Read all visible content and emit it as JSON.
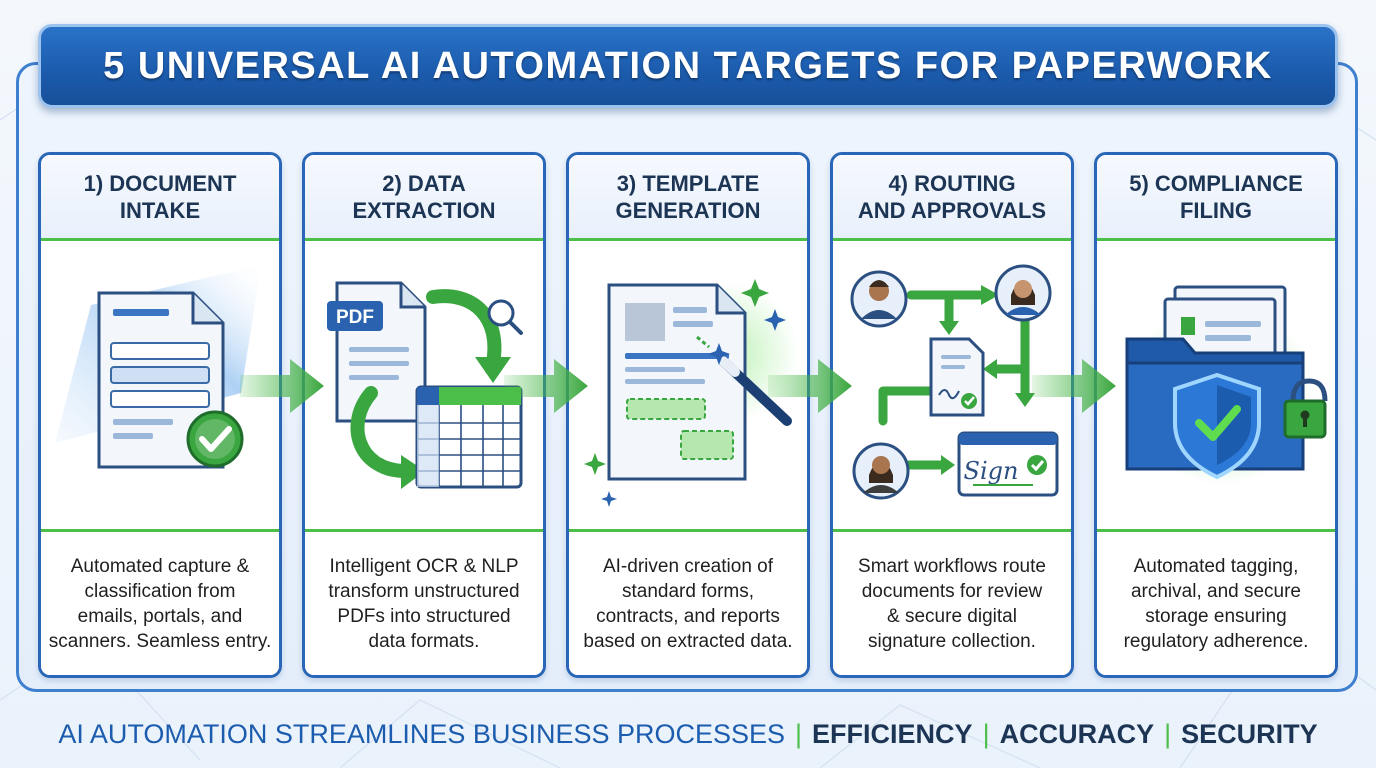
{
  "title": "5 UNIVERSAL AI AUTOMATION TARGETS FOR PAPERWORK",
  "colors": {
    "primary_blue": "#1c5cae",
    "accent_green": "#4cbf4a",
    "dark_text": "#1d3554"
  },
  "cards": [
    {
      "title": "1) DOCUMENT\nINTAKE",
      "icon": "document-check-icon",
      "description": "Automated capture &\nclassification from\nemails, portals, and\nscanners. Seamless entry."
    },
    {
      "title": "2) DATA\nEXTRACTION",
      "icon": "pdf-to-table-icon",
      "pdf_label": "PDF",
      "description": "Intelligent OCR & NLP\ntransform unstructured\nPDFs into structured\ndata formats."
    },
    {
      "title": "3) TEMPLATE\nGENERATION",
      "icon": "template-wand-icon",
      "description": "AI-driven creation of\nstandard forms,\ncontracts, and reports\nbased on extracted data."
    },
    {
      "title": "4) ROUTING\nAND APPROVALS",
      "icon": "approval-workflow-icon",
      "sign_label": "Sign",
      "description": "Smart workflows route\ndocuments for review\n& secure digital\nsignature collection."
    },
    {
      "title": "5) COMPLIANCE\nFILING",
      "icon": "secure-folder-icon",
      "description": "Automated tagging,\narchival, and secure\nstorage ensuring\nregulatory adherence."
    }
  ],
  "footer": {
    "main": "AI AUTOMATION STREAMLINES BUSINESS PROCESSES",
    "separator": "|",
    "keywords": [
      "EFFICIENCY",
      "ACCURACY",
      "SECURITY"
    ]
  }
}
